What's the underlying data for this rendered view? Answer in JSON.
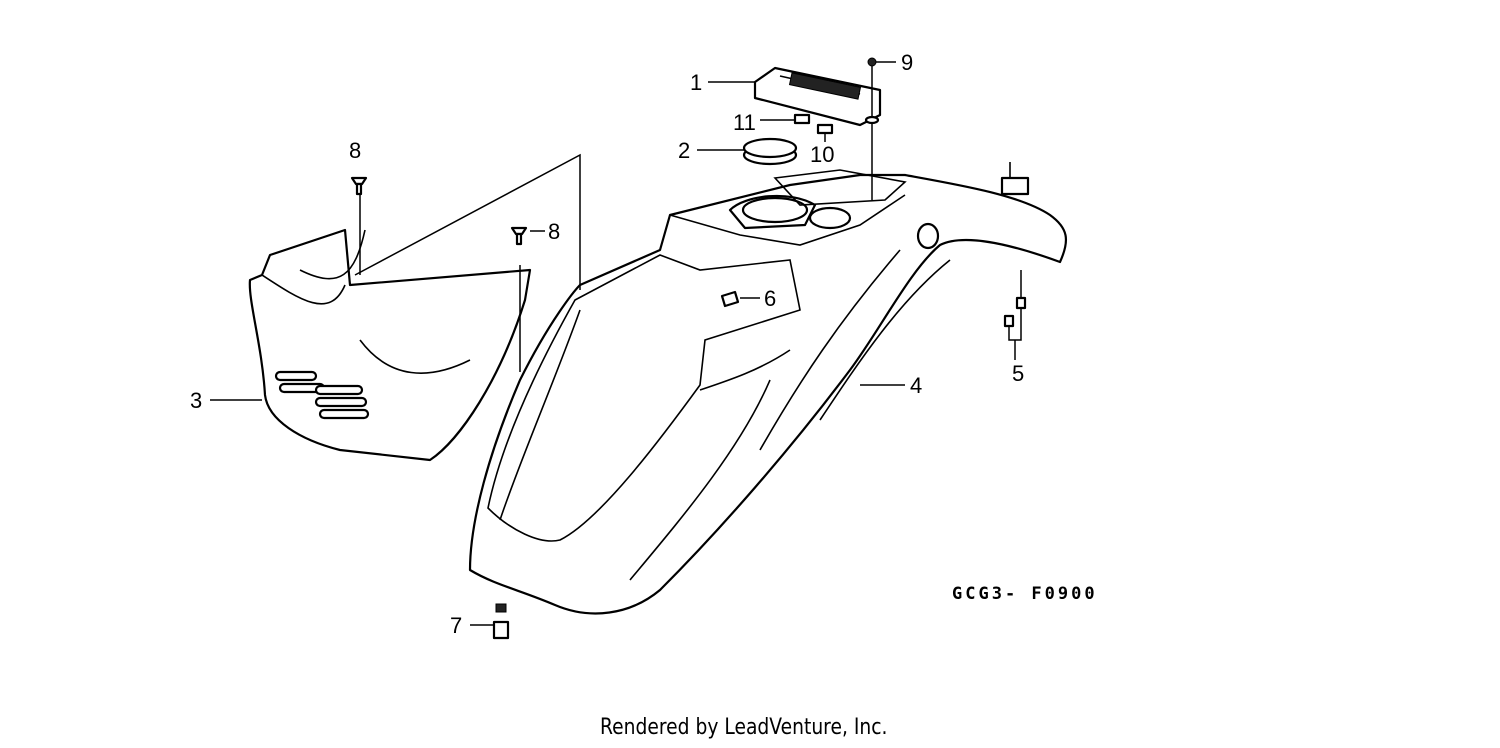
{
  "diagram_code": "GCG3- F0900",
  "footer_credit": "Rendered by LeadVenture, Inc.",
  "callouts": [
    {
      "id": "1",
      "text": "1"
    },
    {
      "id": "2",
      "text": "2"
    },
    {
      "id": "3",
      "text": "3"
    },
    {
      "id": "4",
      "text": "4"
    },
    {
      "id": "5",
      "text": "5"
    },
    {
      "id": "6",
      "text": "6"
    },
    {
      "id": "7",
      "text": "7"
    },
    {
      "id": "8a",
      "text": "8"
    },
    {
      "id": "8b",
      "text": "8"
    },
    {
      "id": "9",
      "text": "9"
    },
    {
      "id": "10",
      "text": "10"
    },
    {
      "id": "11",
      "text": "11"
    }
  ]
}
